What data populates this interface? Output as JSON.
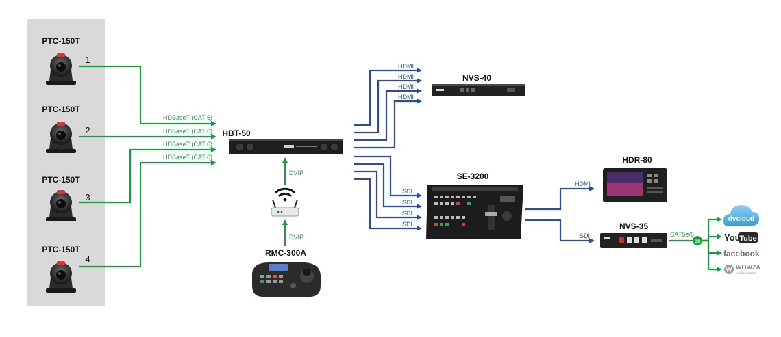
{
  "cameras": {
    "model": "PTC-150T",
    "ports": [
      "1",
      "2",
      "3",
      "4"
    ]
  },
  "devices": {
    "hbt50": "HBT-50",
    "nvs40": "NVS-40",
    "se3200": "SE-3200",
    "hdr80": "HDR-80",
    "nvs35": "NVS-35",
    "rmc300a": "RMC-300A"
  },
  "links": {
    "hdbaset": "HDBaseT (CAT 6)",
    "dvip": "DVIP",
    "hdmi": "HDMI",
    "sdi": "SDI",
    "cat5e6": "CAT5e/6",
    "or": "OR"
  },
  "services": {
    "dvcloud": "dvcloud",
    "youtube_you": "You",
    "youtube_tube": "Tube",
    "facebook": "facebook",
    "wowza": "WOWZA",
    "wowza_sub": "media systems"
  },
  "colors": {
    "green": "#12a03c",
    "blue": "#2c4d9e",
    "panel": "#d9d9d9"
  }
}
